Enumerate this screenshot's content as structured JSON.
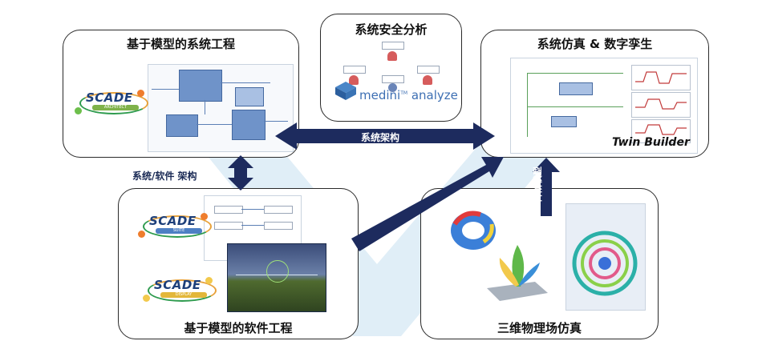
{
  "panels": {
    "mbse": {
      "title": "基于模型的系统工程"
    },
    "safety": {
      "title": "系统安全分析"
    },
    "twin": {
      "title": "系统仿真 & 数字孪生"
    },
    "mbsw": {
      "title": "基于模型的软件工程"
    },
    "physics": {
      "title": "三维物理场仿真"
    }
  },
  "arrows": {
    "system_architecture": "系统架构",
    "system_software_architecture": "系统/软件 架构",
    "software_module": "软件模块 (FMI)",
    "reduced_order_model": "降阶模型"
  },
  "logos": {
    "scade": "SCADE",
    "scade_architect": "ARCHITECT",
    "scade_suite": "SUITE",
    "scade_display": "DISPLAY",
    "medini": "medini",
    "medini_tm": "TM",
    "medini_analyze": " analyze",
    "twin_builder": "Twin Builder"
  },
  "colors": {
    "arrow_navy": "#1d2b5e",
    "watermark_v": "#cfe3f1",
    "scade_blue": "#1d3f7a",
    "medini_blue": "#3d6fb3"
  }
}
